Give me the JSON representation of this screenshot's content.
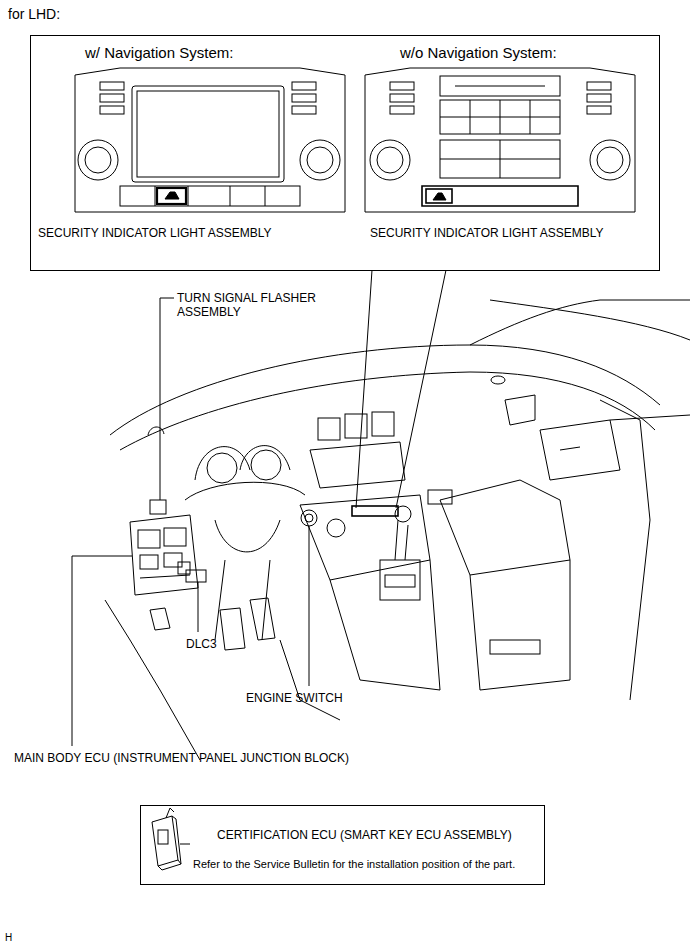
{
  "diagram": {
    "nodes": [
      {
        "text": [
          "w/ Navigation System:",
          "w/o Navigation System:",
          "SECURITY INDICATOR LIGHT ASSEMBLY",
          "SECURITY INDICATOR LIGHT ASSEMBLY"
        ]
      },
      {
        "text": [
          "CERTIFICATION ECU (SMART KEY ECU ASSEMBLY)",
          "Refer to the Service Bulletin for the installation position of the part."
        ]
      }
    ],
    "labels": [
      "for LHD:",
      "TURN SIGNAL FLASHER ASSEMBLY",
      "DLC3",
      "ENGINE SWITCH",
      "MAIN BODY ECU (INSTRUMENT PANEL JUNCTION BLOCK)",
      "H"
    ]
  }
}
